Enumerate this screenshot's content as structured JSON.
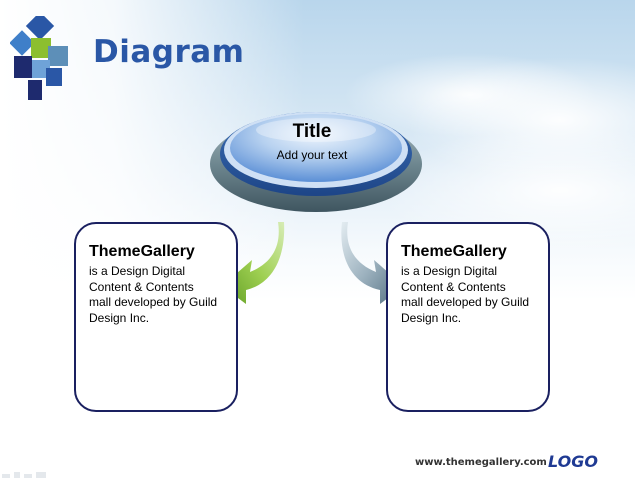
{
  "header": {
    "title": "Diagram"
  },
  "center": {
    "title": "Title",
    "subtitle": "Add your text"
  },
  "cards": [
    {
      "title": "ThemeGallery",
      "body": "is a Design Digital Content & Contents mall developed by Guild Design Inc."
    },
    {
      "title": "ThemeGallery",
      "body": "is a Design Digital Content & Contents mall developed by Guild Design Inc."
    }
  ],
  "footer": {
    "url": "www.themegallery.com",
    "logo": "LOGO"
  },
  "colors": {
    "title_blue": "#2a57a6",
    "card_border": "#1a2060",
    "arrow_green": "#7cb83a",
    "arrow_gray": "#6b8799",
    "disc_blue": "#5b8fd6"
  },
  "icons": [
    "brand-cube-icon",
    "curved-arrow-left-icon",
    "curved-arrow-right-icon"
  ]
}
